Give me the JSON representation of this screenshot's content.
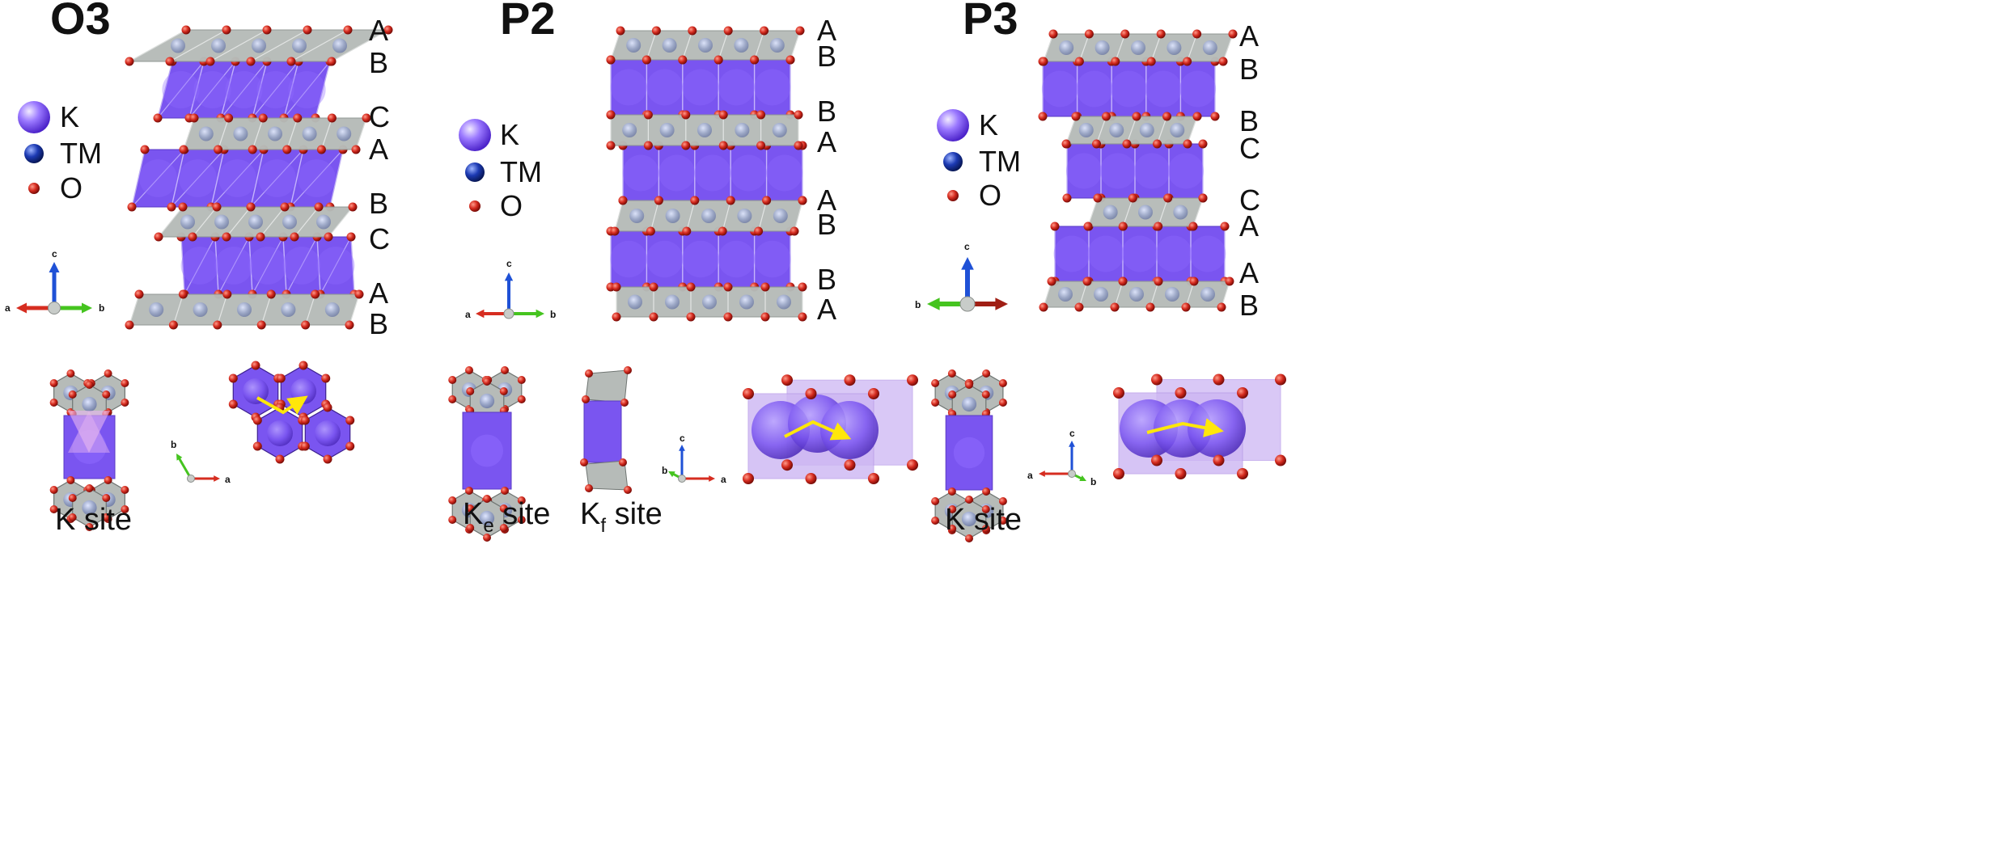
{
  "colors": {
    "k_polyhedron": "#7a55f0",
    "tm_polyhedron": "#b6bbb8",
    "oxygen": "#d42a1e",
    "tm_atom": "#9aa6c8",
    "k_sphere": "#8f6bff",
    "axis_a": "#d62d20",
    "axis_b": "#45c41f",
    "axis_c": "#1f51d6",
    "arrow": "#ffe70a",
    "k_cell": "#cdb6f3"
  },
  "legend": {
    "k": "K",
    "tm": "TM",
    "o": "O"
  },
  "axes": {
    "a": "a",
    "b": "b",
    "c": "c"
  },
  "o3": {
    "title": "O3",
    "stacking": [
      "A",
      "B",
      "C",
      "A",
      "B",
      "C",
      "A",
      "B"
    ],
    "site_label": "K site"
  },
  "p2": {
    "title": "P2",
    "stacking": [
      "A",
      "B",
      "B",
      "A",
      "A",
      "B",
      "B",
      "A"
    ],
    "site_ke_main": "K",
    "site_ke_sub": "e",
    "site_ke_rest": " site",
    "site_kf_main": "K",
    "site_kf_sub": "f",
    "site_kf_rest": " site"
  },
  "p3": {
    "title": "P3",
    "stacking": [
      "A",
      "B",
      "B",
      "C",
      "C",
      "A",
      "A",
      "B"
    ],
    "site_label": "K site"
  }
}
